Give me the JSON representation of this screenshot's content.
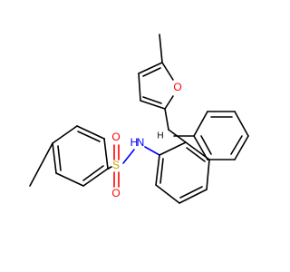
{
  "molecule": {
    "atoms": {
      "nitrogen_label": "N",
      "nitrogen_h_label": "H",
      "sulfur_label": "S",
      "oxygen_top_label": "O",
      "oxygen_bottom_label": "O",
      "furan_oxygen_label": "O",
      "methine_h_label": "H"
    },
    "colors": {
      "carbon": "#000000",
      "nitrogen": "#0000ff",
      "oxygen": "#ff0000",
      "sulfur": "#c8a000"
    }
  }
}
